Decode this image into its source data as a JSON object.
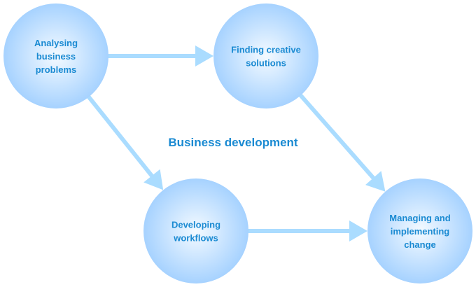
{
  "title": "Business development",
  "nodes": [
    {
      "id": "analysing",
      "lines": [
        "Analysing",
        "business",
        "problems"
      ]
    },
    {
      "id": "finding",
      "lines": [
        "Finding creative",
        "solutions"
      ]
    },
    {
      "id": "developing",
      "lines": [
        "Developing",
        "workflows"
      ]
    },
    {
      "id": "managing",
      "lines": [
        "Managing and",
        "implementing",
        "change"
      ]
    }
  ],
  "edges": [
    {
      "from": "analysing",
      "to": "finding"
    },
    {
      "from": "analysing",
      "to": "developing"
    },
    {
      "from": "finding",
      "to": "managing"
    },
    {
      "from": "developing",
      "to": "managing"
    }
  ],
  "colors": {
    "text": "#1a8ad2",
    "arrow": "#aadcff",
    "circle_edge": "#a6d2ff",
    "circle_center": "#f4faff"
  }
}
